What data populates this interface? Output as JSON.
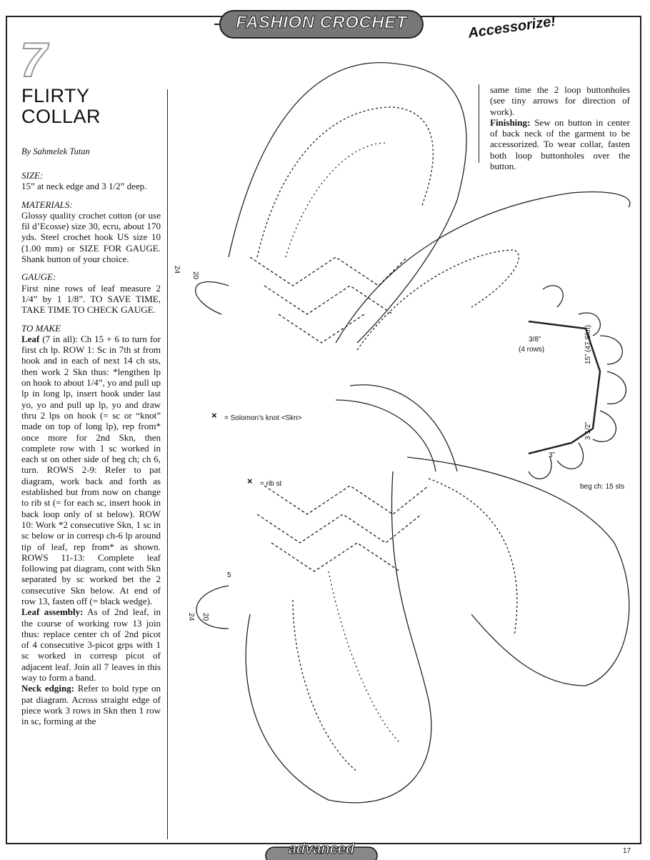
{
  "header": {
    "banner": "FASHION CROCHET",
    "tag": "Accessorize!"
  },
  "pattern": {
    "number": "7",
    "title_line1": "FLIRTY",
    "title_line2": "COLLAR",
    "byline": "By Sahmelek Tutan"
  },
  "sections": {
    "size_h": "SIZE:",
    "size_text": "15” at neck edge and 3 1/2” deep.",
    "materials_h": "MATERIALS:",
    "materials_text": "Glossy quality crochet cotton (or use fil d’Ecosse) size 30, ecru, about 170 yds. Steel crochet hook US size 10 (1.00 mm) or SIZE FOR GAUGE. Shank button of your choice.",
    "gauge_h": "GAUGE:",
    "gauge_text": "First nine rows of leaf measure 2 1/4” by 1 1/8”. TO SAVE TIME, TAKE TIME TO CHECK GAUGE.",
    "tomake_h": "TO MAKE",
    "leaf_label": "Leaf",
    "leaf_text": " (7 in all): Ch 15 + 6 to turn for first ch lp. ROW 1: Sc in 7th st from hook and in each of next 14 ch sts, then work 2 Skn thus: *lengthen lp on hook to about 1/4”, yo and pull up lp in long lp, insert hook under last yo, yo and pull up lp, yo and draw thru 2 lps on hook (= sc or “knot” made on top of long lp), rep from* once more for 2nd Skn, then complete row with 1 sc worked in each st on other side of beg ch; ch 6, turn. ROWS 2-9: Refer to pat diagram, work back and forth as established but from now on change to rib st (= for each sc, insert hook in back loop only of st below). ROW 10: Work *2 consecutive Skn, 1 sc in sc below or in corresp ch-6 lp around tip of leaf, rep from* as shown. ROWS 11-13: Complete leaf following pat diagram, cont with Skn separated by sc worked bet the 2 consecutive Skn below. At end of row 13, fasten off (= black wedge).",
    "assembly_label": "Leaf assembly:",
    "assembly_text": " As of 2nd leaf, in the course of working row 13 join thus: replace center ch of 2nd picot of 4 consecutive 3-picot grps with 1 sc worked in corresp picot of adjacent leaf. Join all 7 leaves in this way to form a band.",
    "neck_label": "Neck edging:",
    "neck_text": " Refer to bold type on pat diagram. Across straight edge of piece work 3 rows in Skn then 1 row in sc, forming at the",
    "cont_text": "same time the 2 loop buttonholes (see tiny arrows for direction of work).",
    "finishing_label": "Finishing:",
    "finishing_text": " Sew on button in center of back neck of the garment to be accessorized. To wear collar, fasten both loop buttonholes over the button."
  },
  "diagram": {
    "legend_skn": "= Solomon’s knot <Skn>",
    "legend_rib": "= rib st",
    "legend_rib_symbol": "×",
    "legend_skn_symbol": "×",
    "label_24_top": "24",
    "label_20_top": "20",
    "label_24_bot": "24",
    "label_20_bot": "20",
    "label_5": "5",
    "schem_rows": "3/8”",
    "schem_rows2": "(4 rows)",
    "schem_len": "15” (47 Skn)",
    "schem_depth": "3 1/2”",
    "schem_3": "3”",
    "schem_beg": "beg ch: 15 sts"
  },
  "footer": {
    "logo": "advanced",
    "page": "17"
  }
}
